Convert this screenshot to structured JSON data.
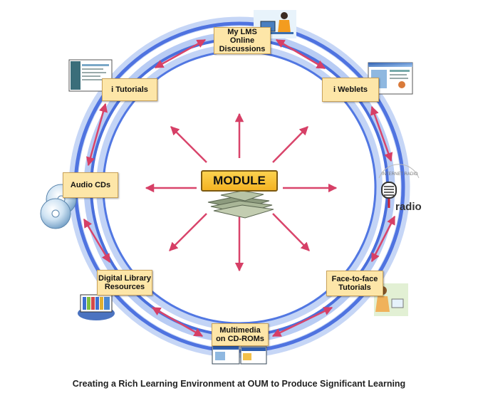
{
  "center": {
    "label": "MODULE"
  },
  "nodes": {
    "my_lms": {
      "lines": [
        "My LMS",
        "Online",
        "Discussions"
      ]
    },
    "i_tutorials": {
      "lines": [
        "i Tutorials"
      ]
    },
    "i_weblets": {
      "lines": [
        "i Weblets"
      ]
    },
    "audio_cds": {
      "lines": [
        "Audio CDs"
      ]
    },
    "iradio": {
      "logo_text": "radio",
      "logo_arc_text": "INTERNET RADIO"
    },
    "digital_library": {
      "lines": [
        "Digital Library",
        "Resources"
      ]
    },
    "face_to_face": {
      "lines": [
        "Face-to-face",
        "Tutorials"
      ]
    },
    "multimedia": {
      "lines": [
        "Multimedia",
        "on CD-ROMs"
      ]
    }
  },
  "caption": "Creating a Rich Learning Environment at OUM to Produce Significant Learning",
  "colors": {
    "box_fill": "#fde6a8",
    "box_border": "#c9a25a",
    "module_fill": "#f4b323",
    "ring_blue": "#4f73e0",
    "ring_light": "#a9c2f5",
    "arrow_red": "#d9456b"
  }
}
